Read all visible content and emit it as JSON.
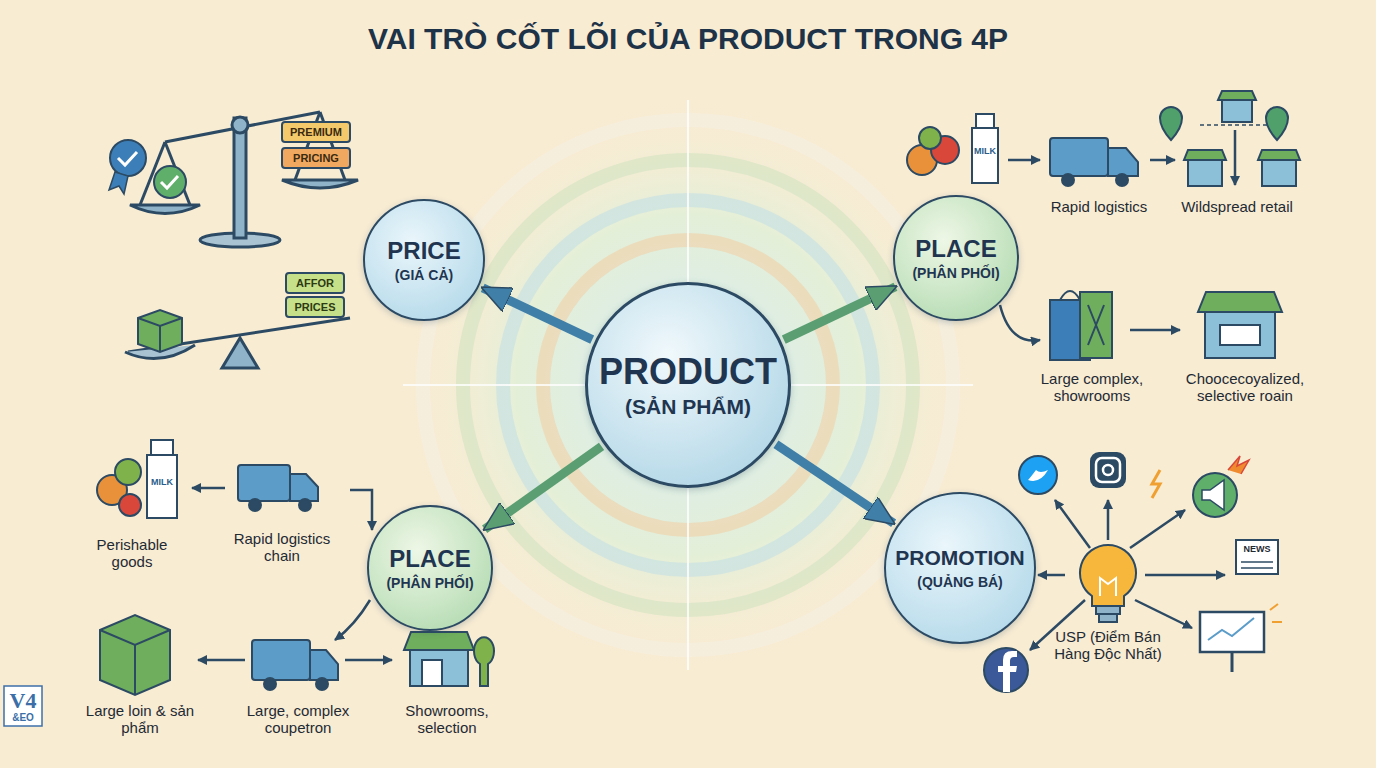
{
  "diagram": {
    "title": "VAI TRÒ CỐT LÕI CỦA PRODUCT TRONG 4P",
    "nodes": [
      {
        "text": [
          "PRICE",
          "(GIÁ CẢ)"
        ]
      },
      {
        "text": [
          "PLACE",
          "(PHÂN PHỐI)"
        ]
      },
      {
        "text": [
          "PRODUCT",
          "(SẢN PHẨM)"
        ]
      },
      {
        "text": [
          "PLACE",
          "(PHÂN PHỐI)"
        ]
      },
      {
        "text": [
          "PROMOTION",
          "(QUẢNG BÁ)"
        ]
      }
    ],
    "edges": [
      {
        "from": 2,
        "to": 0,
        "arrow": "to"
      },
      {
        "from": 2,
        "to": 1,
        "arrow": "to"
      },
      {
        "from": 2,
        "to": 3,
        "arrow": "to"
      },
      {
        "from": 2,
        "to": 4,
        "arrow": "to"
      }
    ],
    "labels": [
      "PREMIUM",
      "PRICING",
      "AFFOR",
      "PRICES",
      "MILK",
      "Rapid logistics",
      "Wildspread retail",
      "Large complex, showrooms",
      "Choocecoyalized, selective roain",
      "MILK",
      "Perishable goods",
      "Rapid logistics chain",
      "NEWS",
      "USP (Điểm Bán Hàng Độc Nhất)",
      "V4",
      "&EO",
      "Large loin & sản phẩm",
      "Large, complex coupetron",
      "Showrooms, selection"
    ]
  }
}
